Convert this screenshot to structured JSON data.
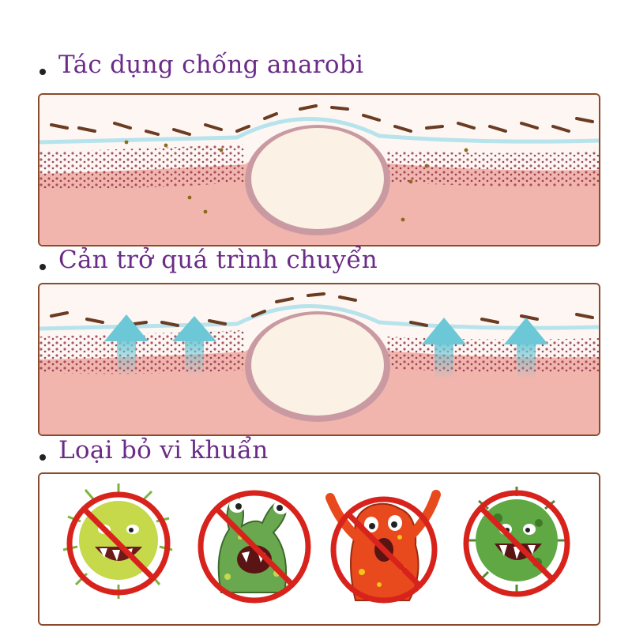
{
  "sections": [
    {
      "heading": "Tác dụng chống anarobi"
    },
    {
      "heading": "Cản trở quá trình chuyển"
    },
    {
      "heading": "Loại bỏ vi khuẩn"
    }
  ],
  "colors": {
    "heading_text": "#6a2c87",
    "panel_border": "#8a4a2c",
    "skin": "#f2b5ad",
    "dermis_dots": "#9b3b4f",
    "pimple": "#fbf1e4",
    "arrow": "#7fd0dc",
    "no_sign": "#d8231c"
  },
  "icons": [
    "skin-cross-section",
    "breathing-arrow-icon",
    "bacteria-icon",
    "prohibition-icon"
  ]
}
